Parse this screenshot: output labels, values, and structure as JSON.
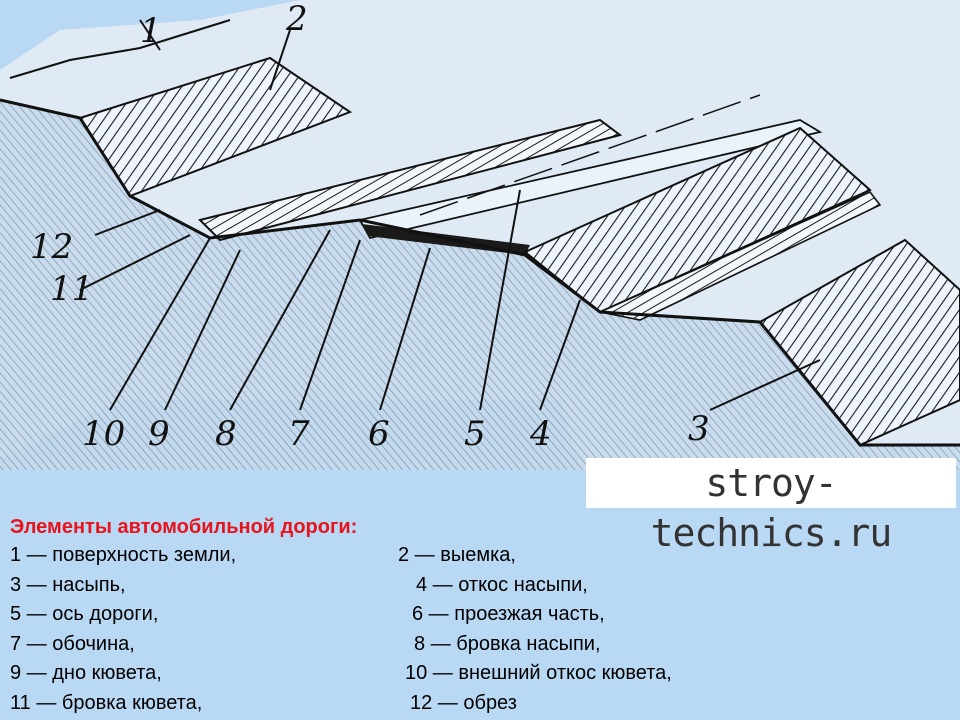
{
  "watermark": "stroy-technics.ru",
  "figure_labels": [
    "1",
    "2",
    "3",
    "4",
    "5",
    "6",
    "7",
    "8",
    "9",
    "10",
    "11",
    "12"
  ],
  "caption": {
    "title": "Элементы автомобильной дороги:",
    "rows": [
      {
        "left": "1 — поверхность земли,",
        "right": "2 — выемка,"
      },
      {
        "left": "3 — насыпь,",
        "right": "4 — откос насыпи,"
      },
      {
        "left": "5 — ось дороги,",
        "right": "6 — проезжая часть,"
      },
      {
        "left": "7 — обочина,",
        "right": "8 — бровка насыпи,"
      },
      {
        "left": "9 — дно кювета,",
        "right": "10 — внешний откос кювета,"
      },
      {
        "left": "11 — бровка кювета,",
        "right": "12 — обрез"
      }
    ]
  }
}
